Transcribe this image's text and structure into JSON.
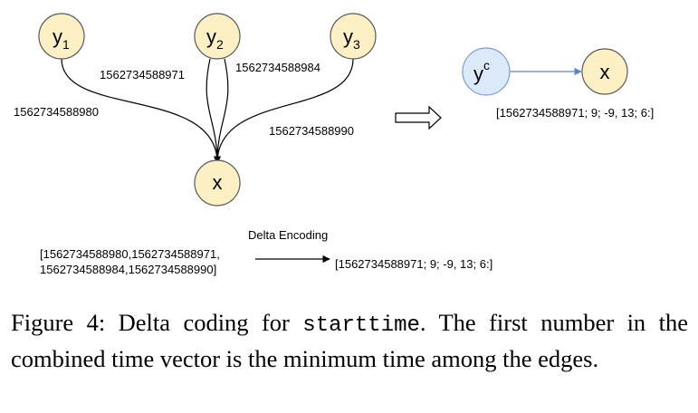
{
  "nodes": {
    "y1": {
      "base": "y",
      "sub": "1"
    },
    "y2": {
      "base": "y",
      "sub": "2"
    },
    "y3": {
      "base": "y",
      "sub": "3"
    },
    "x_left": "x",
    "yc": {
      "base": "y",
      "sup": "c"
    },
    "x_right": "x"
  },
  "edge_labels": {
    "y1": "1562734588980",
    "y2": "1562734588971",
    "y2b": "1562734588984",
    "y3": "1562734588990"
  },
  "combined_vector": "[1562734588971; 9; -9, 13; 6:]",
  "encoding": {
    "title": "Delta Encoding",
    "input_line1": "[1562734588980,1562734588971,",
    "input_line2": "1562734588984,1562734588990]",
    "output": "[1562734588971; 9; -9, 13; 6:]"
  },
  "caption": {
    "prefix": "Figure 4: Delta coding for ",
    "code": "starttime",
    "suffix": ". The first number in the combined time vector is the minimum time among the edges."
  },
  "colors": {
    "node_fill": "#fdf0c4",
    "node_stroke": "#5a5a5a",
    "yc_fill": "#dbe9f8",
    "yc_stroke": "#7a9fd0",
    "blue_edge": "#5b86c9"
  }
}
